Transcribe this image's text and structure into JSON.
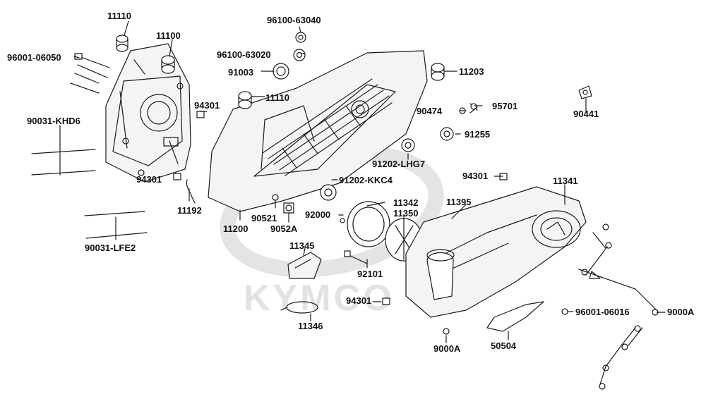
{
  "watermark": "KYMCO",
  "colors": {
    "line": "#1a1a1a",
    "watermark": "#e2e2e2",
    "part_fill": "#f4f4f4",
    "grille": "#222222"
  },
  "labels": [
    "11110",
    "11100",
    "96001-06050",
    "96100-63040",
    "96100-63020",
    "91003",
    "94301",
    "11110",
    "11203",
    "90474",
    "95701",
    "90441",
    "90031-KHD6",
    "91255",
    "91202-LHG7",
    "94301",
    "91202-KKC4",
    "94301",
    "11341",
    "11192",
    "11342",
    "11395",
    "92000",
    "11350",
    "90521",
    "11200",
    "9052A",
    "90031-LFE2",
    "11345",
    "92101",
    "94301",
    "96001-06016",
    "9000A",
    "11346",
    "9000A",
    "50504"
  ]
}
